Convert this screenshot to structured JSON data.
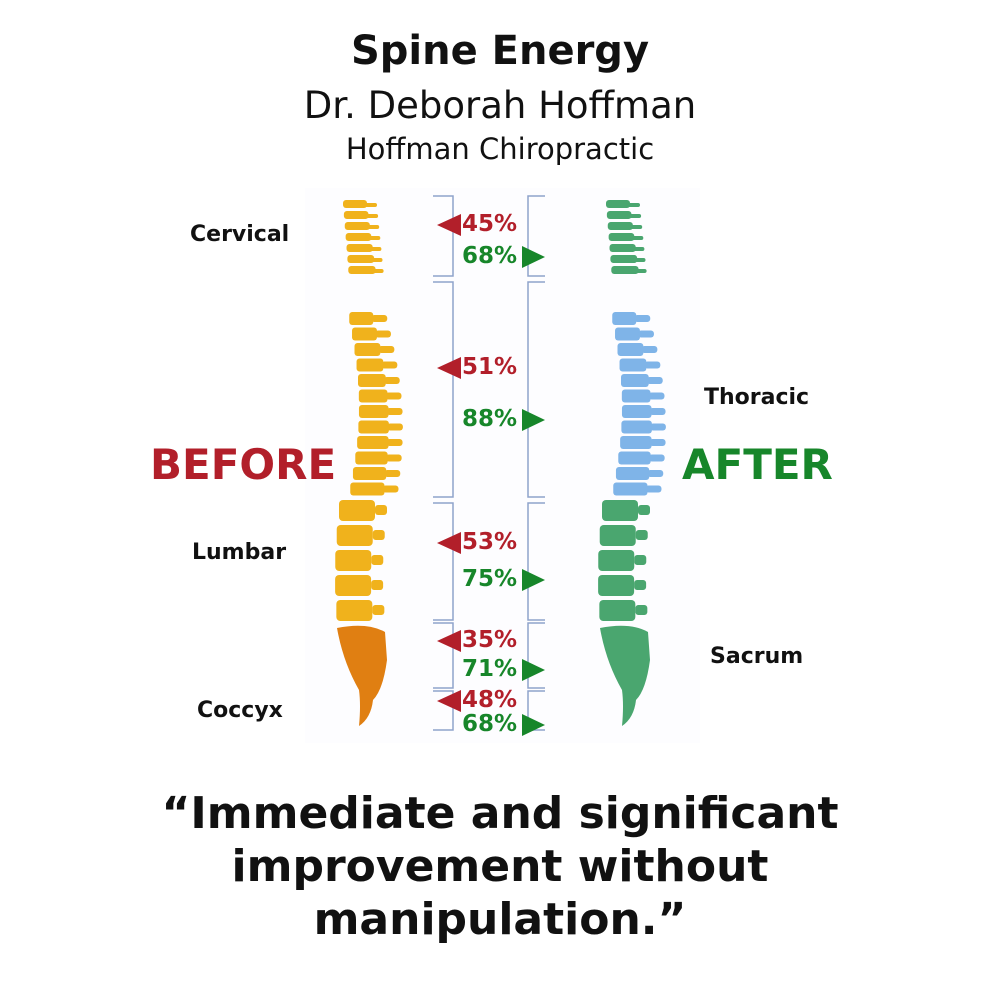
{
  "header": {
    "title": "Spine Energy",
    "doctor": "Dr. Deborah Hoffman",
    "practice": "Hoffman Chiropractic"
  },
  "labels": {
    "before": "BEFORE",
    "after": "AFTER"
  },
  "regions": [
    {
      "name": "Cervical",
      "before": "45%",
      "after": "68%"
    },
    {
      "name": "Thoracic",
      "before": "51%",
      "after": "88%"
    },
    {
      "name": "Lumbar",
      "before": "53%",
      "after": "75%"
    },
    {
      "name": "Sacrum",
      "before": "35%",
      "after": "71%"
    },
    {
      "name": "Coccyx",
      "before": "48%",
      "after": "68%"
    }
  ],
  "quote": [
    "“Immediate and significant",
    "improvement without",
    "manipulation.”"
  ],
  "colors": {
    "before_spine": "#f0b21c",
    "before_sacrum": "#e07f12",
    "after_green": "#4aa66f",
    "after_blue": "#7fb4e8",
    "red": "#b21f2a",
    "green": "#17862a"
  }
}
